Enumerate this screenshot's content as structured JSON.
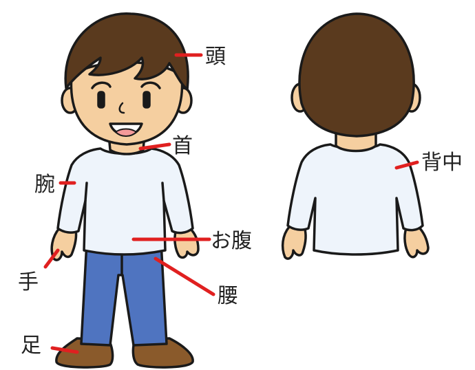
{
  "labels": {
    "head": "頭",
    "neck": "首",
    "arm": "腕",
    "stomach": "お腹",
    "hand": "手",
    "waist": "腰",
    "foot": "足",
    "back": "背中"
  },
  "colors": {
    "hair": "#5a3a1e",
    "skin": "#f5cfa0",
    "shirt": "#eef4fb",
    "pants": "#4f74c0",
    "shoes": "#8a5a2b",
    "outline": "#1a1a1a",
    "leader": "#e02020"
  }
}
